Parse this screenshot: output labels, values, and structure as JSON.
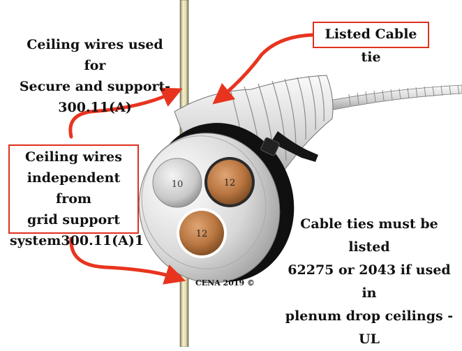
{
  "labels": {
    "ceiling_wires_secure": [
      "Ceiling wires used for",
      "Secure and support-",
      "300.11(A)"
    ],
    "listed_cable_tie": "Listed Cable tie",
    "ceiling_wires_independent": [
      "Ceiling wires",
      "independent from",
      "grid support",
      "system300.11(A)1"
    ],
    "cable_ties_listed": [
      "Cable ties must be listed",
      "62275 or 2043 if used in",
      "plenum drop ceilings - UL"
    ],
    "copyright": "CENA 2019 ©"
  },
  "conductors": [
    {
      "label": "10",
      "material": "aluminum"
    },
    {
      "label": "12",
      "material": "copper"
    },
    {
      "label": "12",
      "material": "copper"
    }
  ],
  "colors": {
    "arrow": "#e8341f",
    "box_border": "#e0301e",
    "ceiling_wire": "#ece4b4",
    "copper": "#b87540",
    "aluminum": "#c8c8c8",
    "cable_tie": "#111111"
  }
}
